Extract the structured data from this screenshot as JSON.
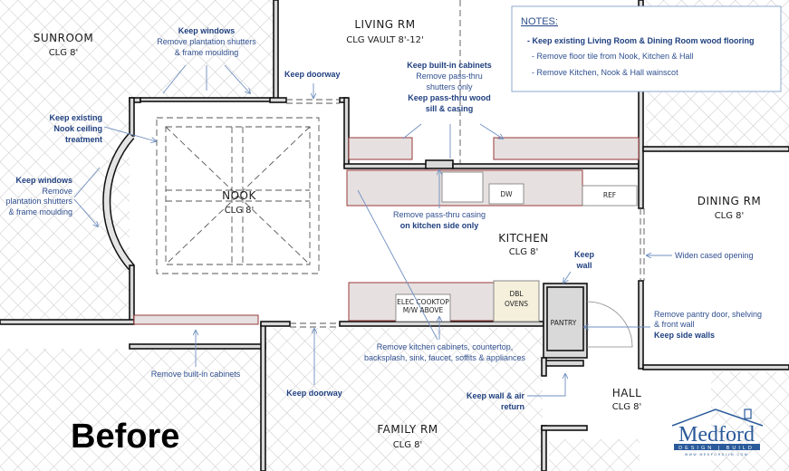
{
  "rooms": {
    "sunroom": {
      "name": "SUNROOM",
      "clg": "CLG 8'"
    },
    "living": {
      "name": "LIVING RM",
      "clg": "CLG VAULT 8'-12'"
    },
    "nook": {
      "name": "NOOK",
      "clg": "CLG 8'"
    },
    "kitchen": {
      "name": "KITCHEN",
      "clg": "CLG 8'"
    },
    "dining": {
      "name": "DINING RM",
      "clg": "CLG 8'"
    },
    "family": {
      "name": "FAMILY RM",
      "clg": "CLG 8'"
    },
    "hall": {
      "name": "HALL",
      "clg": "CLG 8'"
    }
  },
  "fixtures": {
    "dw": "DW",
    "ref": "REF",
    "cooktop": [
      "ELEC COOKTOP",
      "M/W ABOVE"
    ],
    "ovens": [
      "DBL",
      "OVENS"
    ],
    "pantry": "PANTRY"
  },
  "notes": {
    "title": "NOTES:",
    "items": [
      "- Keep existing Living Room & Dining Room wood flooring",
      "- Remove floor tile from Nook, Kitchen & Hall",
      "- Remove Kitchen, Nook & Hall wainscot"
    ]
  },
  "annotations": {
    "top_windows": {
      "bold": "Keep windows",
      "lines": [
        "Remove plantation shutters",
        "& frame moulding"
      ]
    },
    "keep_doorway_top": "Keep doorway",
    "nook_ceiling": [
      "Keep existing",
      "Nook ceiling",
      "treatment"
    ],
    "bay_windows": {
      "bold": "Keep windows",
      "lines": [
        "Remove",
        "plantation shutters",
        "& frame moulding"
      ]
    },
    "builtins": {
      "bold1": "Keep built-in cabinets",
      "lines": [
        "Remove pass-thru",
        "shutters only"
      ],
      "bold2": [
        "Keep pass-thru wood",
        "sill & casing"
      ]
    },
    "passthru_casing": {
      "line": "Remove pass-thru casing",
      "bold": "on kitchen side only"
    },
    "keep_wall": [
      "Keep",
      "wall"
    ],
    "widen": "Widen cased opening",
    "pantry": {
      "lines": [
        "Remove pantry door, shelving",
        "& front wall"
      ],
      "bold": "Keep side walls"
    },
    "remove_builtin": "Remove built-in cabinets",
    "kitchen_cabinets": [
      "Remove kitchen cabinets, countertop,",
      "backsplash, sink, faucet, soffits & appliances"
    ],
    "keep_doorway_bottom": "Keep doorway",
    "air_return": [
      "Keep wall & air",
      "return"
    ]
  },
  "title": "Before",
  "logo": {
    "name": "Medford",
    "tagline": "DESIGN | BUILD",
    "url": "WWW.MEDFORDLIM.COM"
  },
  "colors": {
    "annotation": "#2f4f8f",
    "logo": "#2a5a9a",
    "cabinet_outline": "#9a3a3a"
  }
}
